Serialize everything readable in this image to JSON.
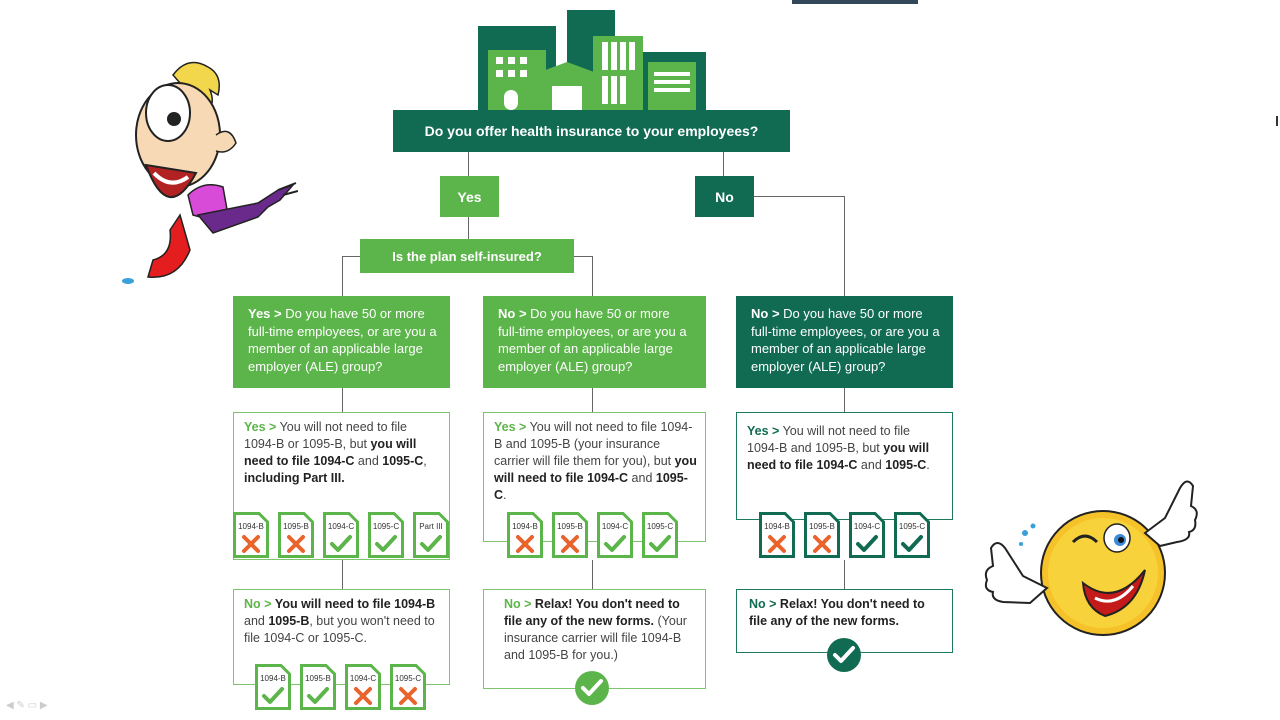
{
  "q1": "Do you offer health insurance to your employees?",
  "yes": "Yes",
  "no": "No",
  "q2": "Is the plan self-insured?",
  "branches": [
    {
      "tag": "Yes >",
      "question": "Do you have 50 or more full-time employees, or are you a member of an applicable large employer (ALE) group?",
      "yes_tag": "Yes >",
      "yes_text": [
        "You will not need to file 1094-B or 1095-B, but ",
        "you will need to file 1094-C",
        " and ",
        "1095-C",
        ", ",
        "including Part III."
      ],
      "yes_forms": [
        {
          "label": "1094-B",
          "mark": "x"
        },
        {
          "label": "1095-B",
          "mark": "x"
        },
        {
          "label": "1094-C",
          "mark": "check"
        },
        {
          "label": "1095-C",
          "mark": "check"
        },
        {
          "label": "Part III",
          "mark": "check"
        }
      ],
      "no_tag": "No >",
      "no_text": [
        "You will need to file 1094-B",
        " and ",
        "1095-B",
        ", but you won't need to file 1094-C or 1095-C."
      ],
      "no_forms": [
        {
          "label": "1094-B",
          "mark": "check"
        },
        {
          "label": "1095-B",
          "mark": "check"
        },
        {
          "label": "1094-C",
          "mark": "x"
        },
        {
          "label": "1095-C",
          "mark": "x"
        }
      ]
    },
    {
      "tag": "No >",
      "question": "Do you have 50 or more full-time employees, or are you a member of an applicable large employer (ALE) group?",
      "yes_tag": "Yes >",
      "yes_text": [
        "You will not need to file 1094-B and 1095-B (your insurance carrier will file them for you), but ",
        "you will need to file 1094-C",
        " and ",
        "1095-C",
        "."
      ],
      "yes_forms": [
        {
          "label": "1094-B",
          "mark": "x"
        },
        {
          "label": "1095-B",
          "mark": "x"
        },
        {
          "label": "1094-C",
          "mark": "check"
        },
        {
          "label": "1095-C",
          "mark": "check"
        }
      ],
      "no_tag": "No >",
      "no_bold": "Relax! You don't need to file any of the new forms.",
      "no_extra": "(Your insurance carrier will file 1094-B and 1095-B for you.)"
    },
    {
      "tag": "No >",
      "question": "Do you have 50 or more full-time employees, or are you a member of an applicable large employer (ALE) group?",
      "yes_tag": "Yes >",
      "yes_text": [
        "You will not need to file 1094-B and 1095-B, but ",
        "you will need to file 1094-C",
        " and ",
        "1095-C",
        "."
      ],
      "yes_forms": [
        {
          "label": "1094-B",
          "mark": "x"
        },
        {
          "label": "1095-B",
          "mark": "x"
        },
        {
          "label": "1094-C",
          "mark": "check"
        },
        {
          "label": "1095-C",
          "mark": "check"
        }
      ],
      "no_tag": "No >",
      "no_bold": "Relax! You don't need to file any of the new forms."
    }
  ],
  "colors": {
    "light_green": "#5cb54a",
    "dark_green": "#116b52",
    "x_orange": "#e8642c"
  },
  "icons": [
    "buildings-icon",
    "running-cartoon-icon",
    "thumbs-up-smiley-icon",
    "check-circle-icon"
  ]
}
